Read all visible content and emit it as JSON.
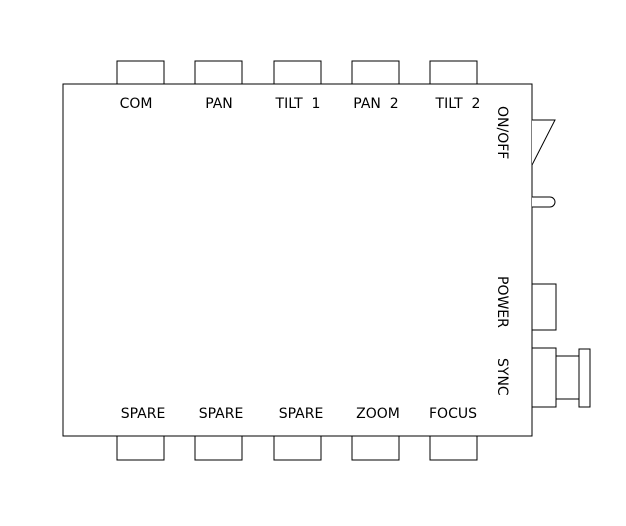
{
  "diagram": {
    "top_connectors": [
      {
        "label": "COM"
      },
      {
        "label": "PAN"
      },
      {
        "label": "TILT  1"
      },
      {
        "label": "PAN  2"
      },
      {
        "label": "TILT  2"
      }
    ],
    "bottom_connectors": [
      {
        "label": "SPARE"
      },
      {
        "label": "SPARE"
      },
      {
        "label": "SPARE"
      },
      {
        "label": "ZOOM"
      },
      {
        "label": "FOCUS"
      }
    ],
    "side_labels": {
      "onoff": "ON/OFF",
      "power": "POWER",
      "sync": "SYNC"
    },
    "colors": {
      "stroke": "#000000",
      "background": "#ffffff"
    }
  }
}
